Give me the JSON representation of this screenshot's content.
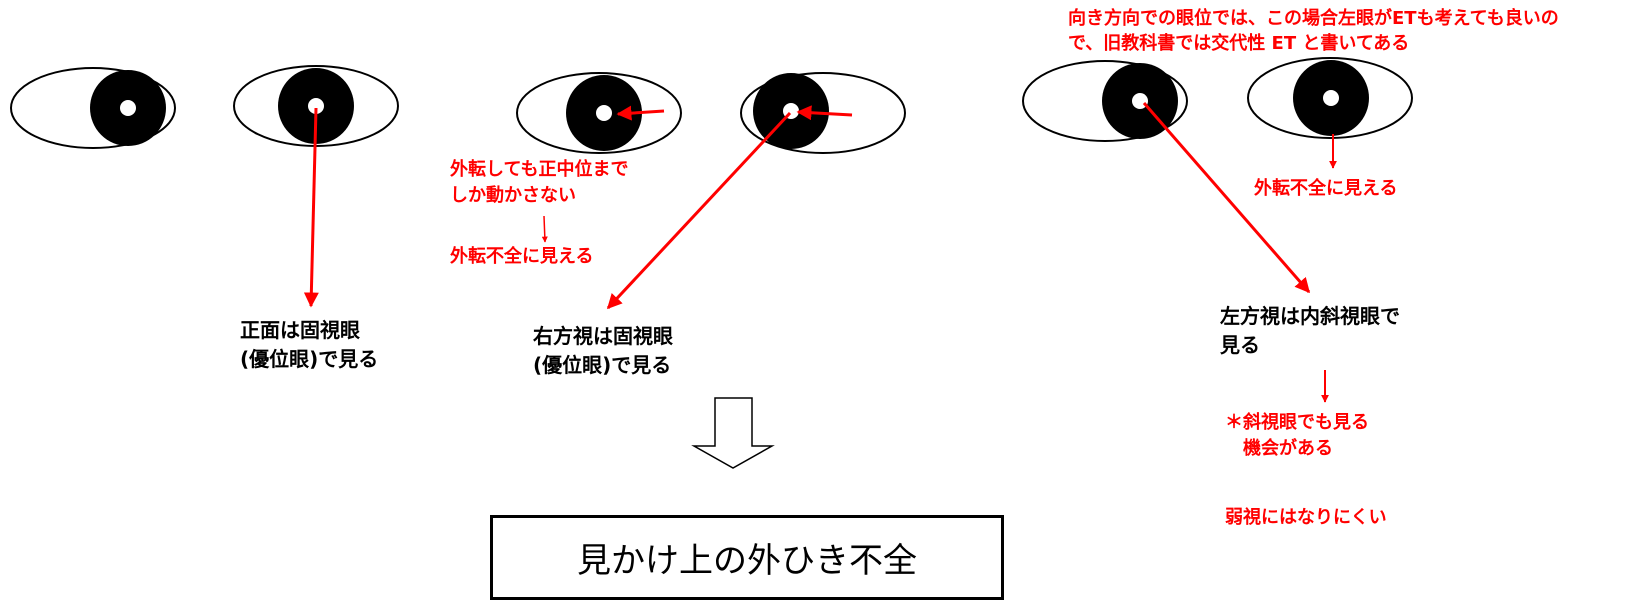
{
  "colors": {
    "annotation": "#ff0000",
    "ink": "#000000",
    "background": "#ffffff"
  },
  "left_group": {
    "label_front": "正面は固視眼\n(優位眼)で見る"
  },
  "middle_group": {
    "note_abduction": "外転しても正中位まで\nしか動かさない",
    "note_apparent": "外転不全に見える",
    "label_right_gaze": "右方視は固視眼\n(優位眼)で見る"
  },
  "right_group": {
    "top_note": "向き方向での眼位では、この場合左眼がETも考えても良いの\nで、旧教科書では交代性 ET と書いてある",
    "note_apparent": "外転不全に見える",
    "label_left_gaze": "左方視は内斜視眼で\n見る",
    "note_chance": "＊斜視眼でも見る\n　機会がある",
    "note_amblyopia": "弱視にはなりにくい"
  },
  "conclusion": {
    "text": "見かけ上の外ひき不全"
  },
  "icons": {
    "eyes": "eye-icon",
    "down_arrow": "hollow-down-arrow-icon"
  }
}
